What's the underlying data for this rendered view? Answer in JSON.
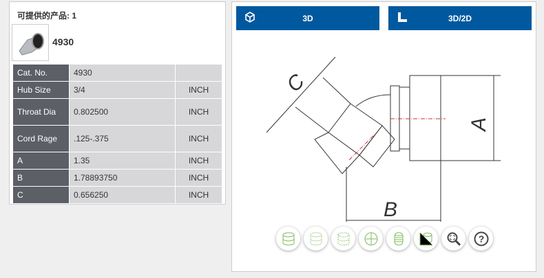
{
  "left": {
    "title": "可提供的产品: 1",
    "product_name": "4930",
    "rows": [
      {
        "label": "Cat. No.",
        "value": "4930",
        "unit": ""
      },
      {
        "label": "Hub Size",
        "value": "3/4",
        "unit": "INCH"
      },
      {
        "label": "Throat Dia",
        "value": "0.802500",
        "unit": "INCH"
      },
      {
        "label": "Cord Rage",
        "value": ".125-.375",
        "unit": "INCH"
      },
      {
        "label": "A",
        "value": "1.35",
        "unit": "INCH"
      },
      {
        "label": "B",
        "value": "1.78893750",
        "unit": "INCH"
      },
      {
        "label": "C",
        "value": "0.656250",
        "unit": "INCH"
      }
    ]
  },
  "viewer": {
    "btn_3d": "3D",
    "btn_3d2d": "3D/2D",
    "dims": {
      "a": "A",
      "b": "B",
      "c": "C"
    },
    "tools": [
      "solid-view-icon",
      "transparent-view-icon",
      "wireframe-view-icon",
      "section-icon",
      "thread-icon",
      "dimension-icon",
      "zoom-fit-icon",
      "help-icon"
    ]
  },
  "colors": {
    "accent": "#00599f",
    "label_bg": "#5c5f66",
    "tool_green": "#7dbb5a"
  }
}
